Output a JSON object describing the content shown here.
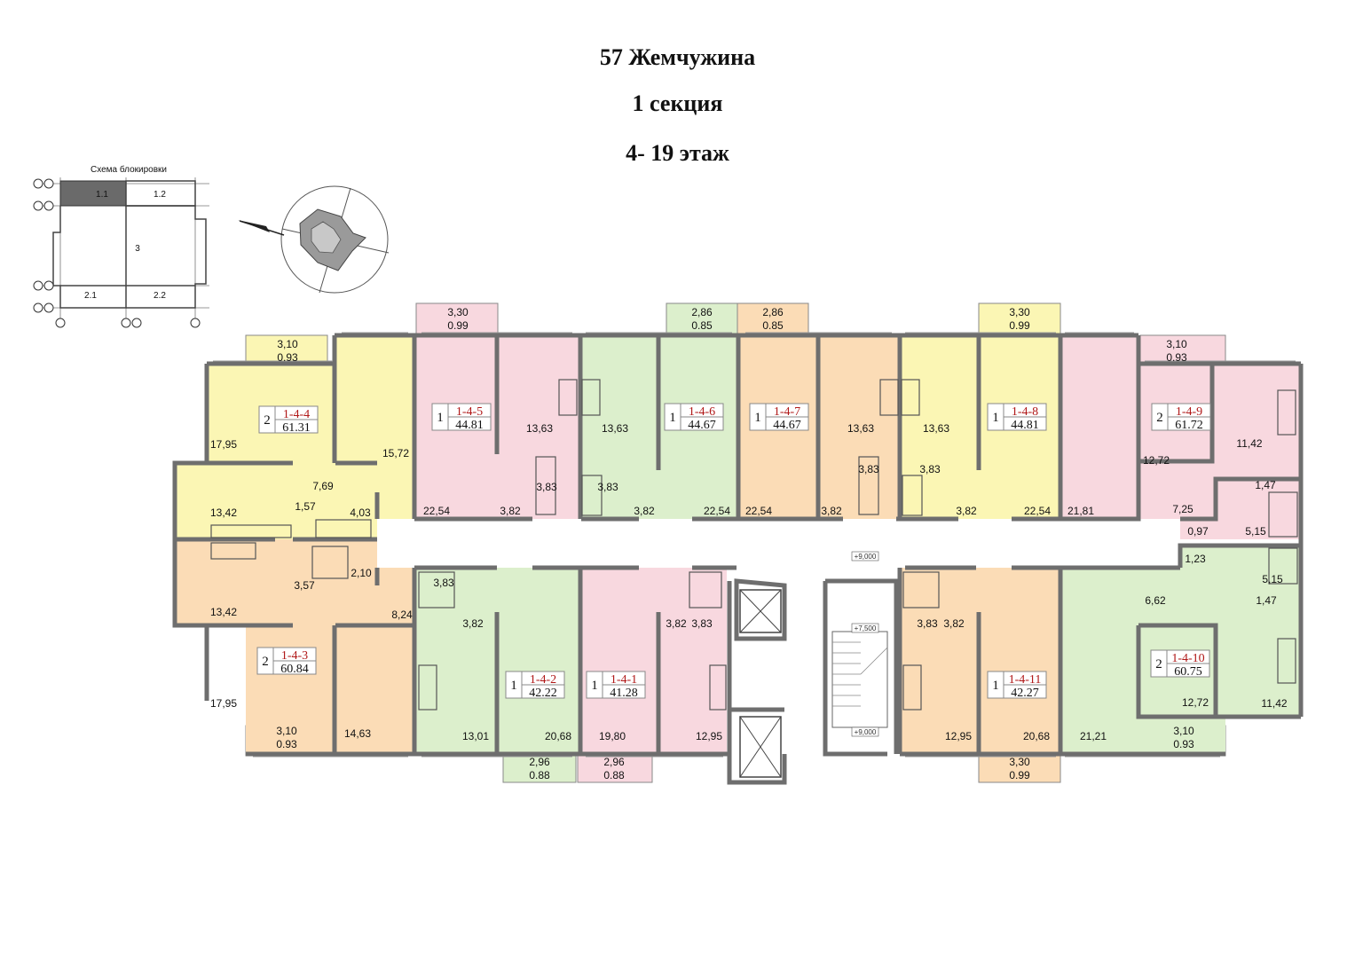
{
  "header": {
    "line1": "57 Жемчужина",
    "line2": "1 секция",
    "line3": "4- 19 этаж"
  },
  "scheme": {
    "title": "Схема блокировки",
    "blocks": [
      "1.1",
      "1.2",
      "3",
      "2.1",
      "2.2"
    ]
  },
  "colors": {
    "yellow": "#fbf6b4",
    "pink": "#f8d8df",
    "green": "#dcefcc",
    "orange": "#fbdcb6",
    "corridor": "#ffffff",
    "wall": "#6e6e6e"
  },
  "levels": [
    "+9,000",
    "+7,500",
    "+9,000"
  ],
  "apartments": [
    {
      "number": "1-4-4",
      "rooms": "2",
      "area": "61.31"
    },
    {
      "number": "1-4-5",
      "rooms": "1",
      "area": "44.81"
    },
    {
      "number": "1-4-6",
      "rooms": "1",
      "area": "44.67"
    },
    {
      "number": "1-4-7",
      "rooms": "1",
      "area": "44.67"
    },
    {
      "number": "1-4-8",
      "rooms": "1",
      "area": "44.81"
    },
    {
      "number": "1-4-9",
      "rooms": "2",
      "area": "61.72"
    },
    {
      "number": "1-4-3",
      "rooms": "2",
      "area": "60.84"
    },
    {
      "number": "1-4-2",
      "rooms": "1",
      "area": "42.22"
    },
    {
      "number": "1-4-1",
      "rooms": "1",
      "area": "41.28"
    },
    {
      "number": "1-4-11",
      "rooms": "1",
      "area": "42.27"
    },
    {
      "number": "1-4-10",
      "rooms": "2",
      "area": "60.75"
    }
  ],
  "room_areas": [
    "3,10",
    "0.93",
    "17,95",
    "15,72",
    "7,69",
    "13,42",
    "1,57",
    "4,03",
    "3,30",
    "0.99",
    "13,63",
    "22,54",
    "3,82",
    "3,83",
    "2,86",
    "0.85",
    "13,63",
    "3,83",
    "3,82",
    "22,54",
    "2,86",
    "0.85",
    "22,54",
    "3,82",
    "13,63",
    "3,83",
    "3,30",
    "0.99",
    "13,63",
    "3,83",
    "3,82",
    "22,54",
    "3,10",
    "0.93",
    "21,81",
    "12,72",
    "11,42",
    "1,47",
    "7,25",
    "0,97",
    "5,15",
    "1,23",
    "5,15",
    "1,47",
    "6,62",
    "12,72",
    "11,42",
    "3,10",
    "0.93",
    "13,42",
    "2,10",
    "3,57",
    "8,24",
    "17,95",
    "14,63",
    "3,10",
    "0.93",
    "3,83",
    "3,82",
    "13,01",
    "20,68",
    "2,96",
    "0.88",
    "3,82",
    "3,83",
    "19,80",
    "12,95",
    "2,96",
    "0.88",
    "3,83",
    "3,82",
    "12,95",
    "20,68",
    "3,30",
    "0.99",
    "21,21"
  ]
}
